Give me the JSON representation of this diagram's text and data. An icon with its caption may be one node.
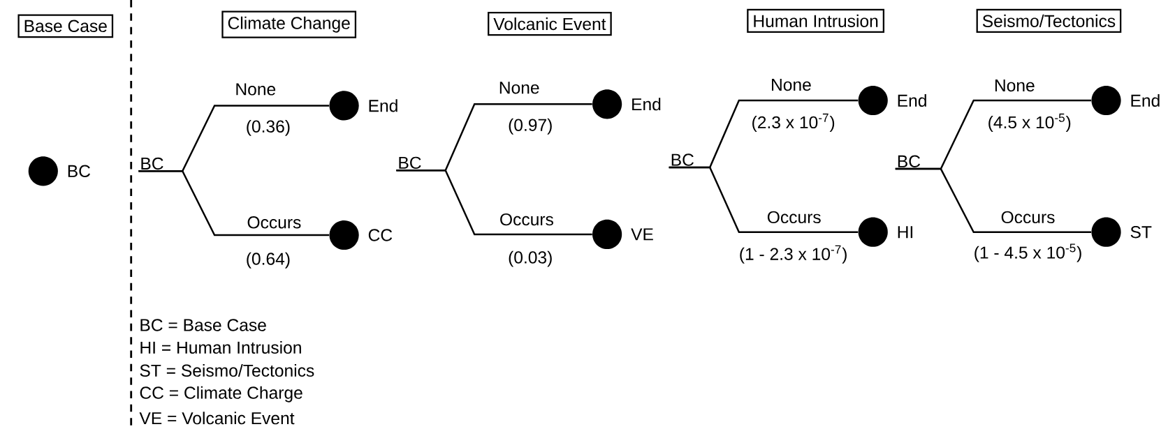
{
  "diagram": {
    "nodes": [
      {
        "text": [
          "Base Case"
        ]
      },
      {
        "text": [
          "Climate Change"
        ]
      },
      {
        "text": [
          "Volcanic Event"
        ]
      },
      {
        "text": [
          "Human Intrusion"
        ]
      },
      {
        "text": [
          "Seismo/Tectonics"
        ]
      },
      {
        "text": [],
        "shape": "circle",
        "beside": [
          "BC"
        ]
      },
      {
        "text": [
          "BC"
        ]
      },
      {
        "text": [],
        "shape": "circle",
        "beside": [
          "End"
        ]
      },
      {
        "text": [],
        "shape": "circle",
        "beside": [
          "CC"
        ]
      },
      {
        "text": [
          "BC"
        ]
      },
      {
        "text": [],
        "shape": "circle",
        "beside": [
          "End"
        ]
      },
      {
        "text": [],
        "shape": "circle",
        "beside": [
          "VE"
        ]
      },
      {
        "text": [
          "BC"
        ]
      },
      {
        "text": [],
        "shape": "circle",
        "beside": [
          "End"
        ]
      },
      {
        "text": [],
        "shape": "circle",
        "beside": [
          "HI"
        ]
      },
      {
        "text": [
          "BC"
        ]
      },
      {
        "text": [],
        "shape": "circle",
        "beside": [
          "End"
        ]
      },
      {
        "text": [],
        "shape": "circle",
        "beside": [
          "ST"
        ]
      }
    ],
    "edges": [
      {
        "from": 6,
        "to": 7,
        "arrow": "none",
        "label": "None"
      },
      {
        "from": 6,
        "to": 8,
        "arrow": "none",
        "label": "Occurs"
      },
      {
        "from": 9,
        "to": 10,
        "arrow": "none",
        "label": "None"
      },
      {
        "from": 9,
        "to": 11,
        "arrow": "none",
        "label": "Occurs"
      },
      {
        "from": 12,
        "to": 13,
        "arrow": "none",
        "label": "None"
      },
      {
        "from": 12,
        "to": 14,
        "arrow": "none",
        "label": "Occurs"
      },
      {
        "from": 15,
        "to": 16,
        "arrow": "none",
        "label": "None"
      },
      {
        "from": 15,
        "to": 17,
        "arrow": "none",
        "label": "Occurs"
      }
    ],
    "labels": [
      "(0.36)",
      "(0.64)",
      "(0.97)",
      "(0.03)",
      "(2.3 x 10$^{-7}$)",
      "(1 - 2.3 x 10$^{-7}$)",
      "(4.5 x 10$^{-5}$)",
      "(1 - 4.5 x 10$^{-5}$)",
      "BC = Base Case",
      "HI  = Human Intrusion",
      "ST = Seismo/Tectonics",
      "CC = Climate Charge",
      "VE = Volcanic Event"
    ]
  }
}
